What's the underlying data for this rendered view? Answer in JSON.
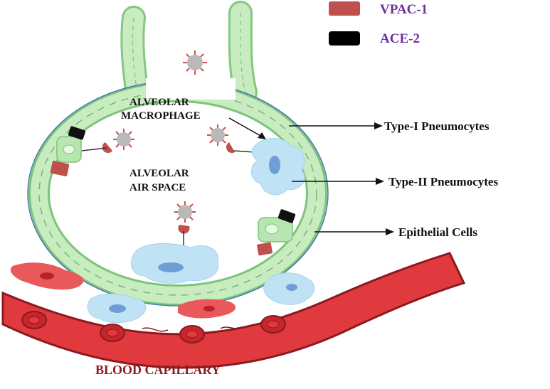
{
  "legend": {
    "items": [
      {
        "label": "VPAC-1",
        "color": "#c0504d",
        "text_color": "#7030a0"
      },
      {
        "label": "ACE-2",
        "color": "#000000",
        "text_color": "#7030a0"
      }
    ]
  },
  "labels": {
    "macrophage": [
      "ALVEOLAR",
      "MACROPHAGE"
    ],
    "air_space": [
      "ALVEOLAR",
      "AIR SPACE"
    ],
    "capillary": "BLOOD CAPILLARY"
  },
  "callouts": [
    {
      "id": "type1",
      "label": "Type-I Pneumocytes"
    },
    {
      "id": "type2",
      "label": "Type-II Pneumocytes"
    },
    {
      "id": "epithelial",
      "label": "Epithelial Cells"
    }
  ],
  "colors": {
    "epithelium_fill": "#c8ecc0",
    "epithelium_stroke": "#7cc47a",
    "macrophage_fill": "#bfe3f5",
    "nucleus_fill": "#6f9ed6",
    "capillary_fill": "#e0393e",
    "capillary_stroke": "#8b1a1f",
    "rbc_fill": "#c7262c",
    "fibroblast_fill": "#e9585a",
    "virus_fill": "#b9b9b9",
    "virus_spike": "#d9474b",
    "capillary_text": "#8b1a1f"
  }
}
